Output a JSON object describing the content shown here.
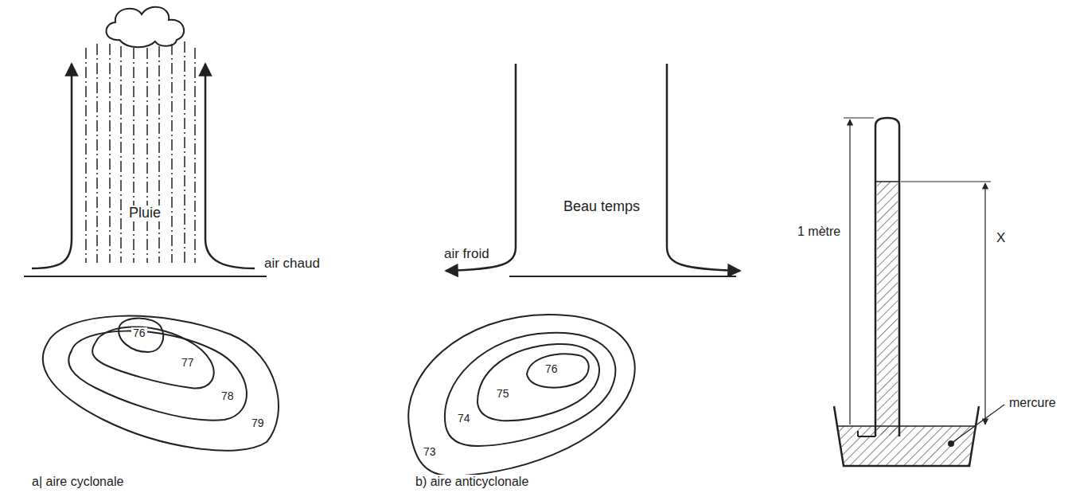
{
  "diagram": {
    "labels": [
      "Pluie",
      "air chaud",
      "76",
      "77",
      "78",
      "79",
      "a| aire cyclonale",
      "Beau temps",
      "air froid",
      "76",
      "75",
      "74",
      "73",
      "b) aire anticyclonale",
      "1 mètre",
      "X",
      "mercure"
    ]
  }
}
